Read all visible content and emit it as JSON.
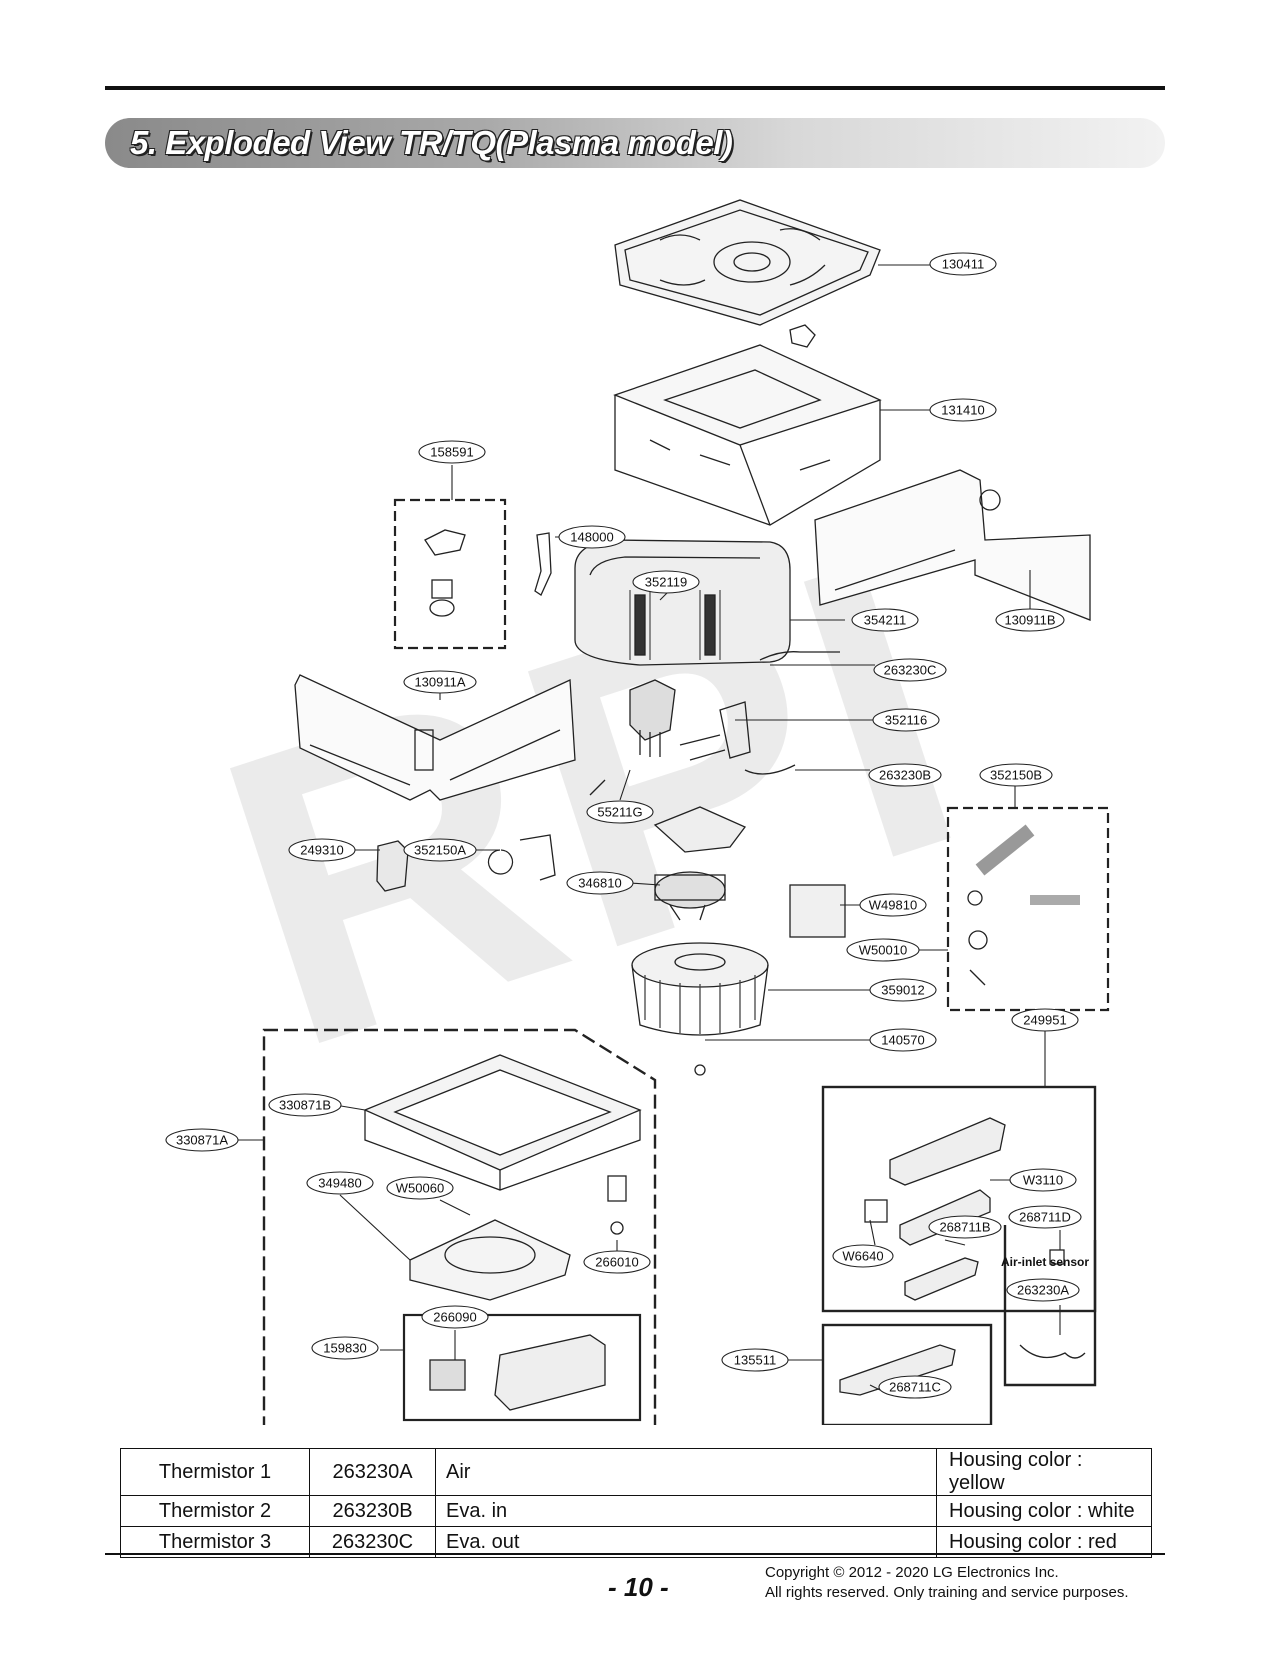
{
  "section_title": "5. Exploded View TR/TQ(Plasma model)",
  "watermark": "RPI",
  "callouts": {
    "c130411": "130411",
    "c131410": "131410",
    "c158591": "158591",
    "c148000": "148000",
    "c352119": "352119",
    "c354211": "354211",
    "c130911B": "130911B",
    "c263230C": "263230C",
    "c130911A": "130911A",
    "c352116": "352116",
    "c263230B": "263230B",
    "c352150B": "352150B",
    "c55211G": "55211G",
    "c249310": "249310",
    "c352150A": "352150A",
    "c346810": "346810",
    "cW49810": "W49810",
    "cW50010": "W50010",
    "c359012": "359012",
    "c249951": "249951",
    "c140570": "140570",
    "c330871B": "330871B",
    "c330871A": "330871A",
    "c349480": "349480",
    "cW50060": "W50060",
    "cW3110": "W3110",
    "c268711D": "268711D",
    "c268711B": "268711B",
    "cW6640": "W6640",
    "c266010": "266010",
    "c263230A": "263230A",
    "c266090": "266090",
    "c159830": "159830",
    "c135511": "135511",
    "c268711C": "268711C"
  },
  "air_inlet_sensor_label": "Air-inlet sensor",
  "thermistor_table": [
    {
      "name": "Thermistor 1",
      "part": "263230A",
      "location": "Air",
      "housing": "Housing color : yellow"
    },
    {
      "name": "Thermistor 2",
      "part": "263230B",
      "location": "Eva. in",
      "housing": "Housing color : white"
    },
    {
      "name": "Thermistor 3",
      "part": "263230C",
      "location": "Eva. out",
      "housing": "Housing color : red"
    }
  ],
  "page_number": "- 10 -",
  "copyright_line1": "Copyright © 2012 - 2020 LG Electronics Inc.",
  "copyright_line2": "All rights reserved. Only training and service purposes."
}
